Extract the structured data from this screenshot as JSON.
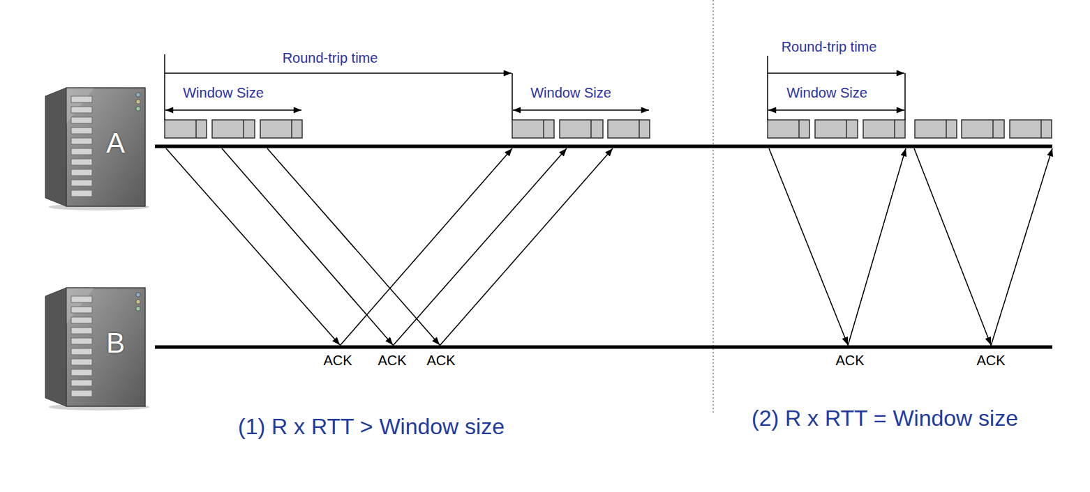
{
  "diagram": {
    "nodes": [
      {
        "text": [
          "A"
        ]
      },
      {
        "text": [
          "B"
        ]
      }
    ],
    "labels": [
      "Round-trip time",
      "Window Size",
      "Window Size",
      "Round-trip time",
      "Window Size",
      "ACK",
      "ACK",
      "ACK",
      "ACK",
      "ACK",
      "(1) R x RTT > Window size",
      "(2) R x RTT = Window size"
    ]
  }
}
